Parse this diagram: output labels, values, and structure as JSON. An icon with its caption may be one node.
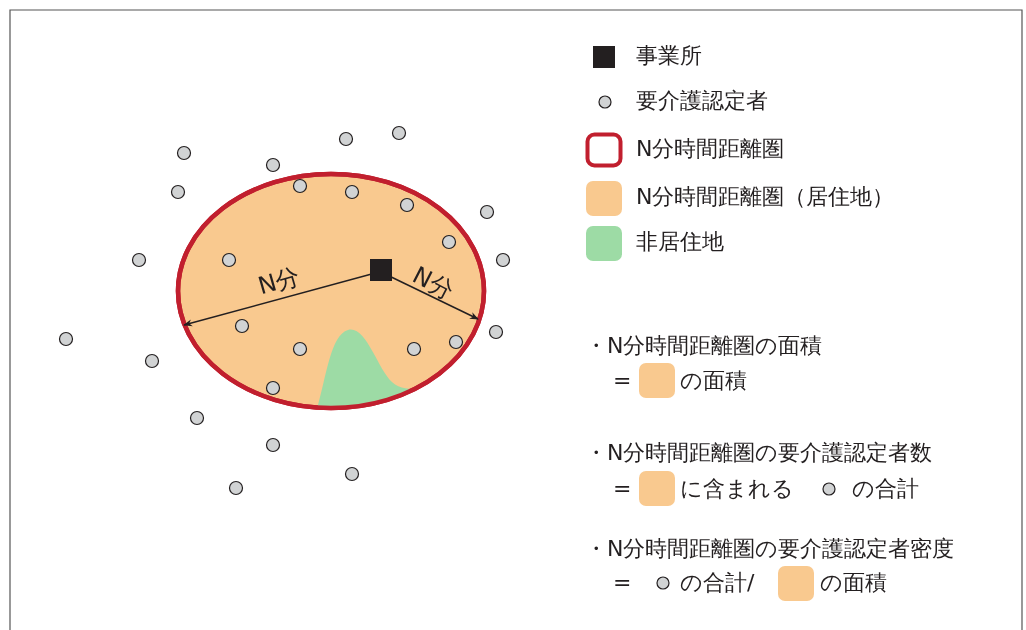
{
  "diagram": {
    "legend": [
      {
        "text": "事業所"
      },
      {
        "text": "要介護認定者"
      },
      {
        "text": "N分時間距離圏"
      },
      {
        "text": "N分時間距離圏（居住地）",
        "color": "#f9c98f"
      },
      {
        "text": "非居住地",
        "color": "#9ddba5"
      }
    ],
    "labels": [
      "N分",
      "N分",
      "・N分時間距離圏の面積",
      "=",
      "の面積",
      "・N分時間距離圏の要介護認定者数",
      "=",
      "に含まれる",
      "の合計",
      "・N分時間距離圏の要介護認定者密度",
      "=",
      "の合計/",
      "の面積"
    ]
  }
}
